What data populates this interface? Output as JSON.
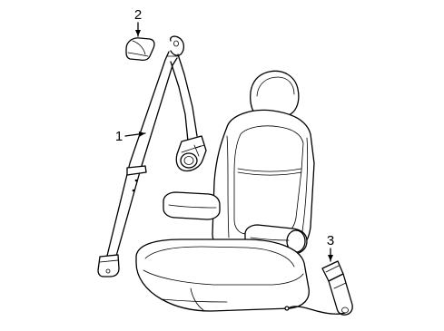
{
  "callouts": [
    {
      "number": "1",
      "part": "seat-belt-retractor-assembly"
    },
    {
      "number": "2",
      "part": "belt-guide-cover"
    },
    {
      "number": "3",
      "part": "buckle-assembly"
    }
  ],
  "colors": {
    "line": "#000000",
    "background": "#ffffff"
  }
}
